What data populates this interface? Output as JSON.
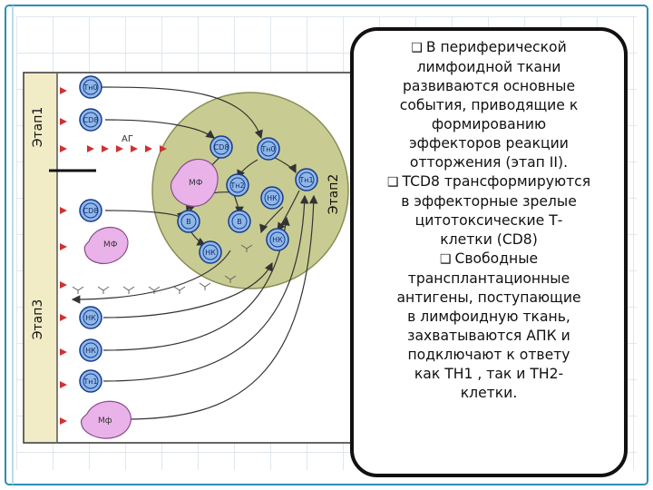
{
  "stages": {
    "stage1": "Этап1",
    "stage2": "Этап2",
    "stage3": "Этап3"
  },
  "cells": {
    "tho": "Тн0",
    "cd8": "CD8",
    "cd8_center": "CD8",
    "tho_center": "Тн0",
    "th2": "Тн2",
    "th1": "Тн1",
    "nk_center1": "НК",
    "b1": "В",
    "b2": "В",
    "nk_center2": "НК",
    "nk_center3": "НК",
    "cd8_left": "CD8",
    "nk1": "НК",
    "nk2": "НК",
    "th1_bottom": "Тн1",
    "mf_center": "МФ",
    "mf_left": "МФ",
    "mf_bottom": "Мф"
  },
  "ag_label": "АГ",
  "text_blocks": [
    {
      "bullet": "❑",
      "lines": [
        "В периферической",
        "лимфоидной ткани",
        "развиваются основные",
        "события, приводящие к",
        "формированию",
        "эффекторов реакции",
        "отторжения (этап II)."
      ]
    },
    {
      "bullet": "❑",
      "lines": [
        "TCD8 трансформируются",
        "в эффекторные зрелые",
        "цитотоксические Т-",
        "клетки (CD8)"
      ]
    },
    {
      "bullet": "❑",
      "lines": [
        "Свободные",
        "трансплантационные",
        "антигены, поступающие",
        "в лимфоидную ткань,",
        "захватываются АПК и",
        "подключают к ответу",
        "как ТН1 , так и ТН2-",
        "клетки."
      ]
    }
  ],
  "colors": {
    "cell_fill": "#8fb8ea",
    "cell_stroke": "#1a3b8c",
    "macrophage": "#e9b3ea",
    "circle_bg": "#c8cc92",
    "wall": "#f1ecc6",
    "triangle": "#cc3333"
  }
}
